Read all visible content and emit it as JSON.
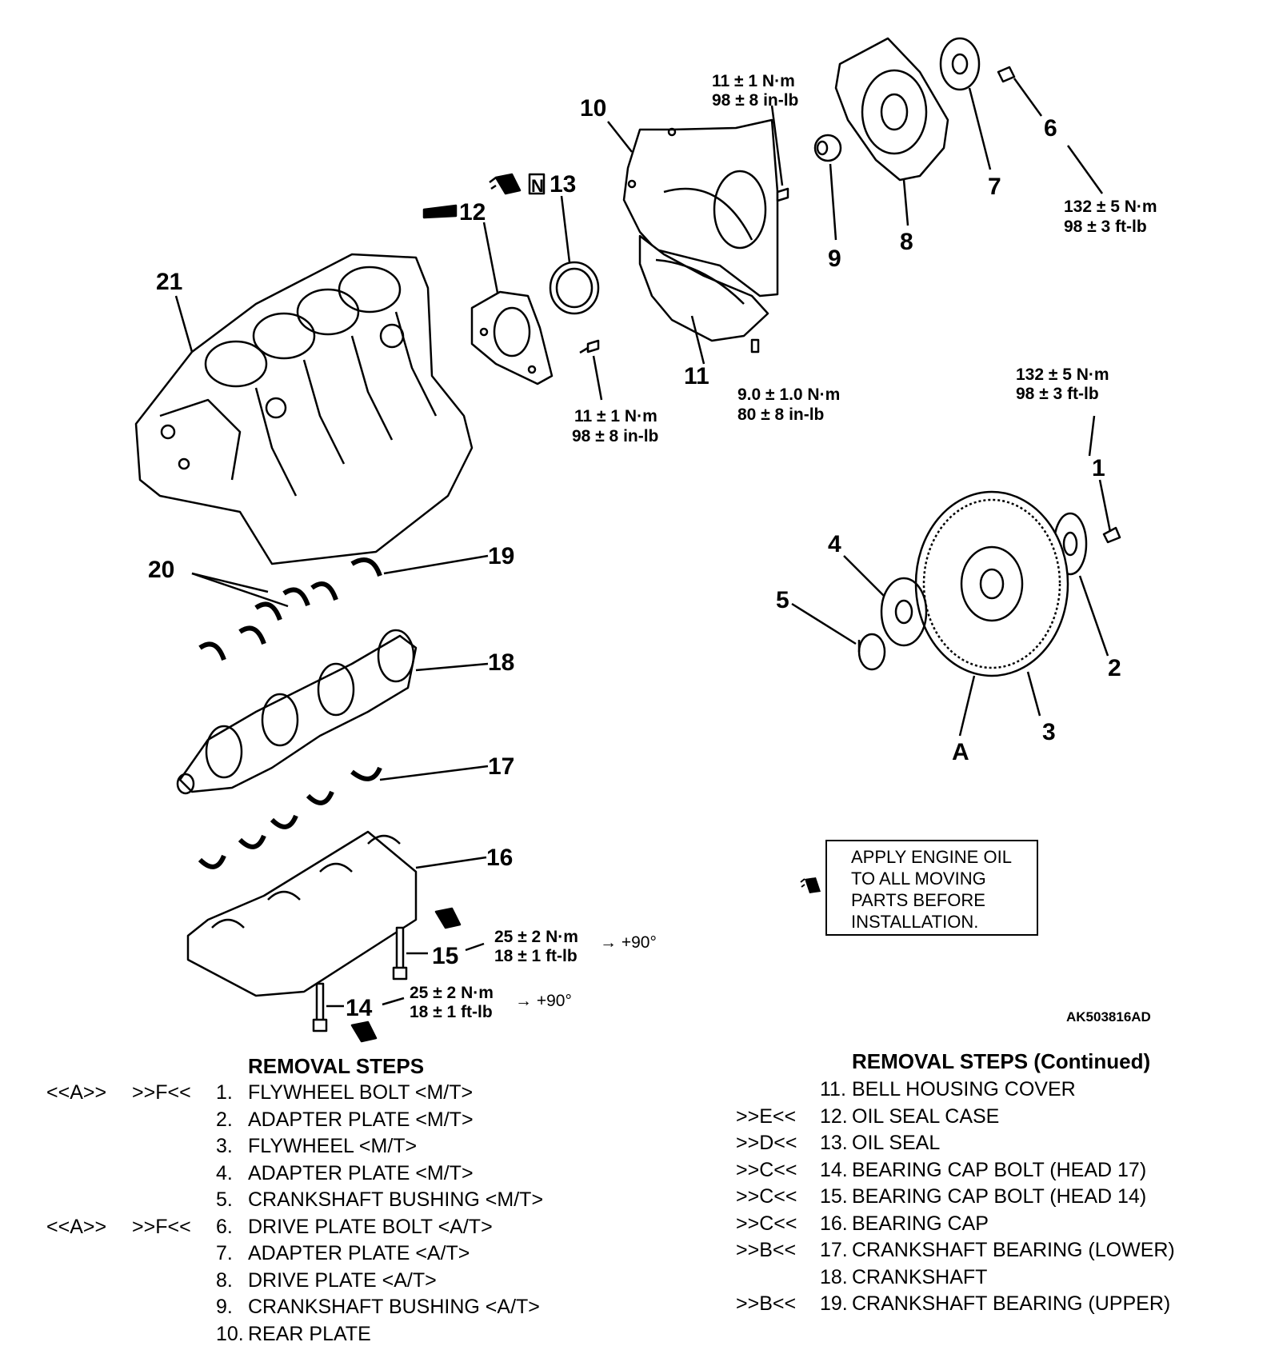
{
  "callouts": {
    "n1": "1",
    "n2": "2",
    "n3": "3",
    "n4": "4",
    "n5": "5",
    "n6": "6",
    "n7": "7",
    "n8": "8",
    "n9": "9",
    "n10": "10",
    "n11": "11",
    "n12": "12",
    "n13": "13",
    "n14": "14",
    "n15": "15",
    "n16": "16",
    "n17": "17",
    "n18": "18",
    "n19": "19",
    "n20": "20",
    "n21": "21",
    "nA": "A",
    "nN": "N"
  },
  "torques": {
    "t_plate_bolt_top": [
      "11 ± 1 N·m",
      "98 ± 8 in-lb"
    ],
    "t_drive_plate_bolt": [
      "132 ± 5 N·m",
      "98 ± 3 ft-lb"
    ],
    "t_oil_seal_case_bolt": [
      "11 ± 1 N·m",
      "98 ± 8 in-lb"
    ],
    "t_bell_housing_bolt": [
      "9.0 ± 1.0 N·m",
      "80 ± 8 in-lb"
    ],
    "t_flywheel_bolt": [
      "132 ± 5 N·m",
      "98 ± 3 ft-lb"
    ],
    "t_bolt_15": [
      "25 ± 2 N·m",
      "18 ± 1 ft-lb",
      "→ +90°"
    ],
    "t_bolt_14": [
      "25 ± 2 N·m",
      "18 ± 1 ft-lb",
      "→ +90°"
    ]
  },
  "note": {
    "lines": [
      "APPLY ENGINE OIL",
      "TO ALL MOVING",
      "PARTS BEFORE",
      "INSTALLATION."
    ]
  },
  "figure_code": "AK503816AD",
  "removal_steps_left": {
    "title": "REMOVAL STEPS",
    "items": [
      {
        "m1": "<<A>>",
        "m2": ">>F<<",
        "num": "1.",
        "text": "FLYWHEEL BOLT <M/T>"
      },
      {
        "m1": "",
        "m2": "",
        "num": "2.",
        "text": "ADAPTER PLATE <M/T>"
      },
      {
        "m1": "",
        "m2": "",
        "num": "3.",
        "text": "FLYWHEEL <M/T>"
      },
      {
        "m1": "",
        "m2": "",
        "num": "4.",
        "text": "ADAPTER PLATE <M/T>"
      },
      {
        "m1": "",
        "m2": "",
        "num": "5.",
        "text": "CRANKSHAFT BUSHING <M/T>"
      },
      {
        "m1": "<<A>>",
        "m2": ">>F<<",
        "num": "6.",
        "text": "DRIVE PLATE BOLT <A/T>"
      },
      {
        "m1": "",
        "m2": "",
        "num": "7.",
        "text": "ADAPTER PLATE <A/T>"
      },
      {
        "m1": "",
        "m2": "",
        "num": "8.",
        "text": "DRIVE PLATE <A/T>"
      },
      {
        "m1": "",
        "m2": "",
        "num": "9.",
        "text": "CRANKSHAFT BUSHING <A/T>"
      },
      {
        "m1": "",
        "m2": "",
        "num": "10.",
        "text": "REAR PLATE"
      }
    ]
  },
  "removal_steps_right": {
    "title": "REMOVAL STEPS (Continued)",
    "items": [
      {
        "m": "",
        "num": "11.",
        "text": "BELL HOUSING COVER"
      },
      {
        "m": ">>E<<",
        "num": "12.",
        "text": "OIL SEAL CASE"
      },
      {
        "m": ">>D<<",
        "num": "13.",
        "text": "OIL SEAL"
      },
      {
        "m": ">>C<<",
        "num": "14.",
        "text": "BEARING CAP BOLT (HEAD 17)"
      },
      {
        "m": ">>C<<",
        "num": "15.",
        "text": "BEARING CAP BOLT (HEAD 14)"
      },
      {
        "m": ">>C<<",
        "num": "16.",
        "text": "BEARING CAP"
      },
      {
        "m": ">>B<<",
        "num": "17.",
        "text": "CRANKSHAFT BEARING (LOWER)"
      },
      {
        "m": "",
        "num": "18.",
        "text": "CRANKSHAFT"
      },
      {
        "m": ">>B<<",
        "num": "19.",
        "text": "CRANKSHAFT BEARING (UPPER)"
      }
    ]
  }
}
